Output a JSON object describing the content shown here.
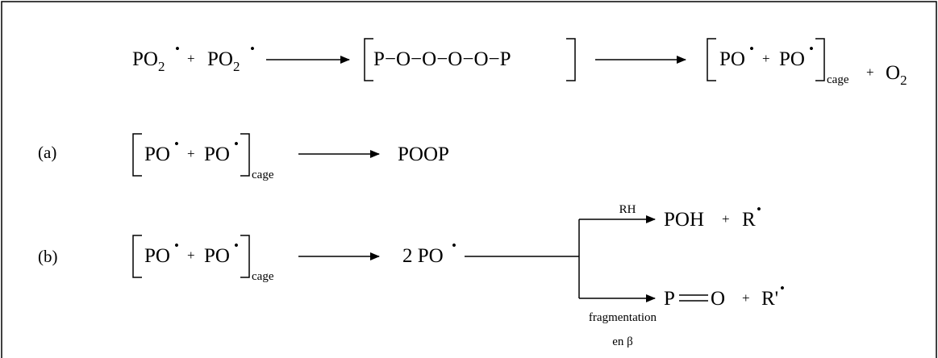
{
  "species": {
    "po2": "PO",
    "po2_sub": "2",
    "po": "PO",
    "poop": "POOP",
    "peroxide": "P−O−O−O−O−P",
    "o2": "O",
    "o2_sub": "2",
    "two_po": "2 PO",
    "poh": "POH",
    "r": "R",
    "r_prime": "R'",
    "p": "P",
    "o": "O"
  },
  "symbols": {
    "plus": "+",
    "cage": "cage",
    "radical_dot": "•"
  },
  "labels": {
    "a": "(a)",
    "b": "(b)",
    "rh": "RH",
    "fragmentation": "fragmentation",
    "en_beta": "en β"
  }
}
